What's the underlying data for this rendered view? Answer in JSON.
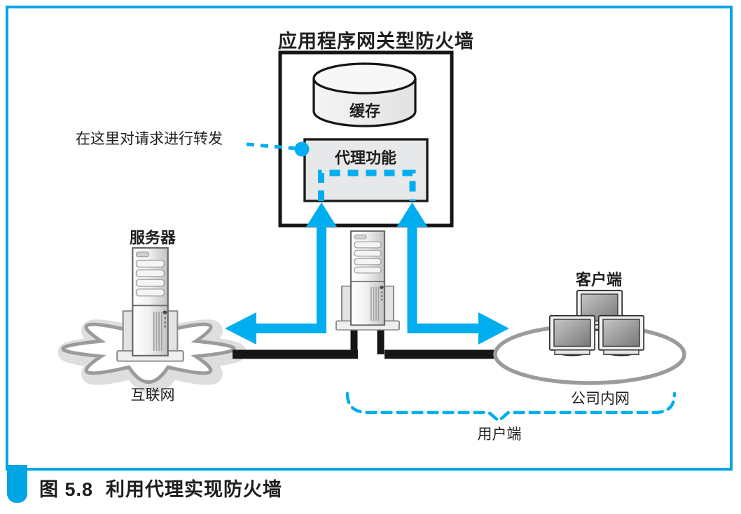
{
  "colors": {
    "accent_frame": "#00A5E5",
    "accent_flow": "#00AEEF",
    "diagram_black": "#161616",
    "gray_outline": "#9B9B9B"
  },
  "firewall": {
    "title": "应用程序网关型防火墙",
    "cache_label": "缓存",
    "proxy_label": "代理功能"
  },
  "notes": {
    "forward_note": "在这里对请求进行转发",
    "user_side": "用户端"
  },
  "left_group": {
    "server_label": "服务器",
    "network_label": "互联网"
  },
  "right_group": {
    "client_label": "客户端",
    "network_label": "公司内网"
  },
  "caption": {
    "number": "图 5.8",
    "text": "利用代理实现防火墙"
  }
}
